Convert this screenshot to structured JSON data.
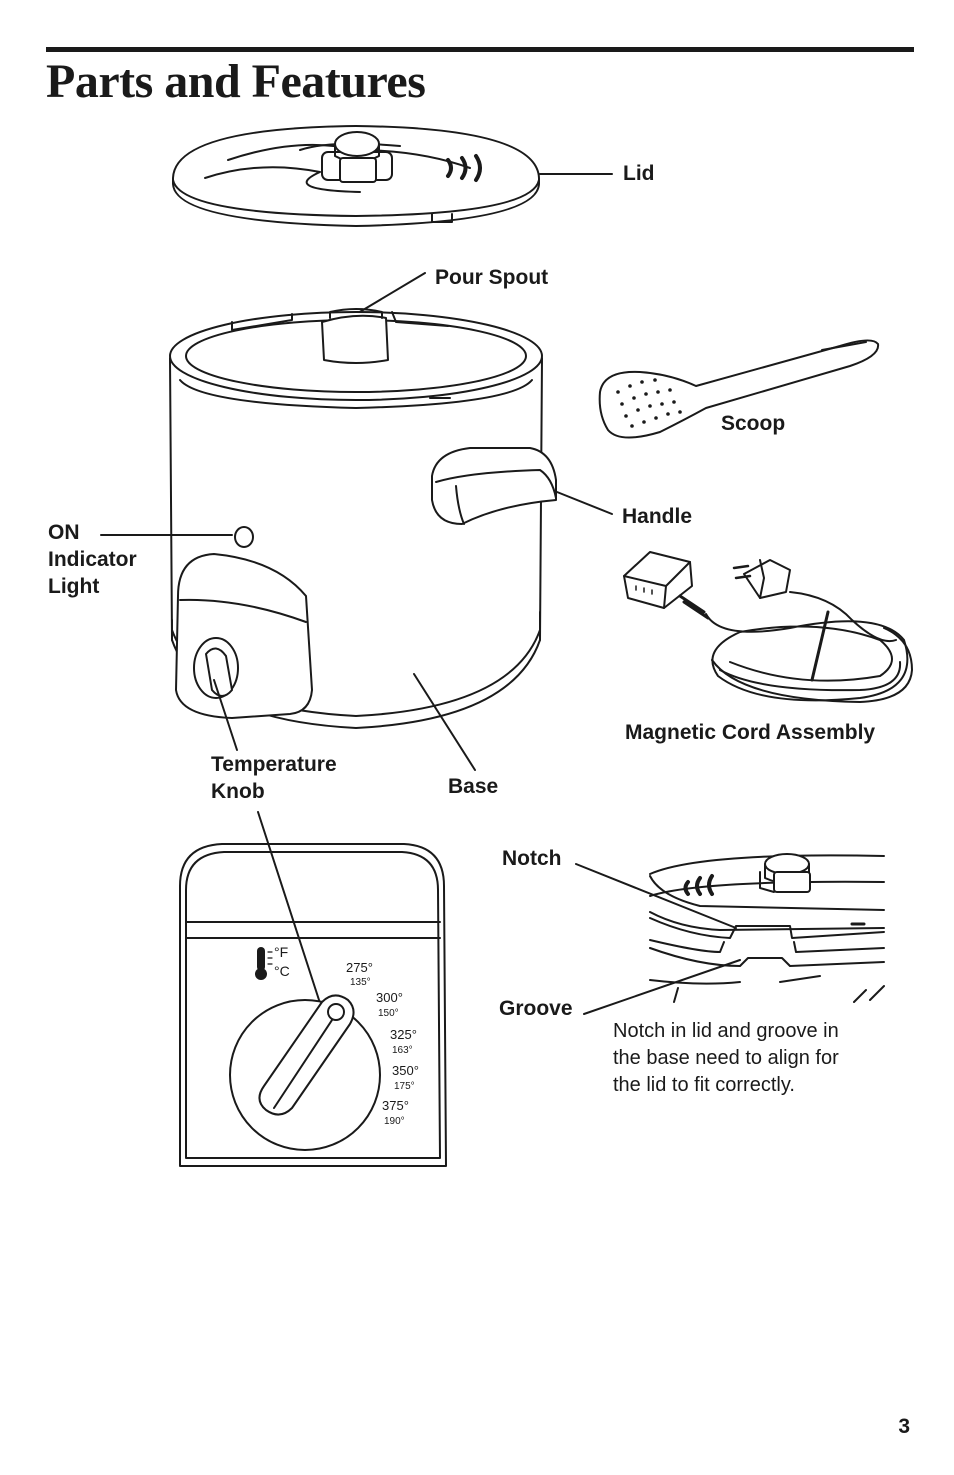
{
  "page": {
    "title": "Parts and Features",
    "page_number": "3"
  },
  "labels": {
    "lid": "Lid",
    "pour_spout": "Pour Spout",
    "scoop": "Scoop",
    "handle": "Handle",
    "on_indicator_light": [
      "ON",
      "Indicator",
      "Light"
    ],
    "magnetic_cord_assembly": "Magnetic Cord Assembly",
    "temperature_knob": [
      "Temperature",
      "Knob"
    ],
    "base": "Base",
    "notch": "Notch",
    "groove": "Groove"
  },
  "caption": {
    "lines": [
      "Notch in lid and groove in",
      "the base need to align for",
      "the lid to fit correctly."
    ]
  },
  "dial": {
    "unit_f": "°F",
    "unit_c": "°C",
    "settings": [
      {
        "f": "275°",
        "c": "135°"
      },
      {
        "f": "300°",
        "c": "150°"
      },
      {
        "f": "325°",
        "c": "163°"
      },
      {
        "f": "350°",
        "c": "175°"
      },
      {
        "f": "375°",
        "c": "190°"
      }
    ]
  },
  "icons": {
    "thermometer": "thermometer-icon"
  }
}
